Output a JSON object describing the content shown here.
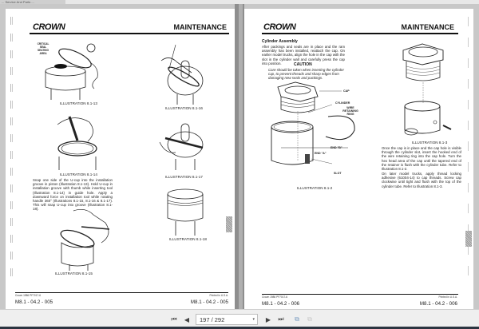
{
  "window": {
    "tab_title": "... Service And Parts ..."
  },
  "left_page": {
    "logo": "CROWN",
    "section": "MAINTENANCE",
    "callout_label": "CRITICAL SEAL SEATING AREA",
    "illustrations": [
      {
        "caption": "ILLUSTRATION 8.1-13"
      },
      {
        "caption": "ILLUSTRATION 8.1-16"
      },
      {
        "caption": "ILLUSTRATION 8.1-14"
      },
      {
        "caption": "ILLUSTRATION 8.1-17"
      },
      {
        "caption": "ILLUSTRATION 8.1-18"
      },
      {
        "caption": "ILLUSTRATION 8.1-15"
      }
    ],
    "body_text": "Snap one side of the U-cup into the installation groove in piston (Illustration 8.1-13). Hold U-cup in installation groove with thumb while inserting tool (Illustration 8.1-14) in guide hole. Apply a downward force on installation tool while rotating handle 360° (Illustrations 8.1-15, 8.1-16 & 8.1-17). This will snap U-cup into groove (Illustration 8.1-18).",
    "footer_left_small": "Crown 1986 PF7017-6",
    "footer_right_small": "Printed in U.S.A.",
    "footer_code_left": "M8.1 - 04.2 - 005",
    "footer_code_right": "M8.1 - 04.2 - 005"
  },
  "right_page": {
    "logo": "CROWN",
    "section": "MAINTENANCE",
    "heading": "Cylinder Assembly",
    "intro_text": "After packings and seals are in place and the ram assembly has been installed, reattach the cap. On earlier model trucks, align the hole in the cap with the slot in the cylinder wall and carefully press the cap into position.",
    "caution_title": "CAUTION",
    "caution_text": "Care should be taken when inserting the cylinder cap, to prevent threads and sharp edges from damaging new seals and packings.",
    "labels": {
      "cap": "CAP",
      "cylinder": "CYLINDER",
      "wire_ring": "WIRE RETAINING RING",
      "end_a": "END \"A\"",
      "end_b": "END \"B\"",
      "slot": "SLOT"
    },
    "illustrations": [
      {
        "caption": "ILLUSTRATION 8.1-2"
      },
      {
        "caption": "ILLUSTRATION 8.1-3"
      }
    ],
    "para1": "Once the cap is in place and the cap hole is visible through the cylinder slot, insert the hooked end of the wire retaining ring into the cap hole. Turn the hex head area of the cap until the tapered end of the retainer is flush with the cylinder tube. Refer to Illustration 8.1-2.",
    "para2": "On later model trucks, apply thread locking adhesive (61004-14) to cap threads. Screw cap clockwise until tight and flush with the top of the cylinder tube. Refer to Illustration 8.1-3.",
    "footer_left_small": "Crown 1986 PF7017-6",
    "footer_right_small": "Printed in U.S.A.",
    "footer_code_left": "M8.1 - 04.2 - 006",
    "footer_code_right": "M8.1 - 04.2 - 006"
  },
  "toolbar": {
    "first_icon": "first-page-icon",
    "prev_icon": "previous-page-icon",
    "page_value": "197 / 292",
    "next_icon": "next-page-icon",
    "last_icon": "last-page-icon",
    "view_icon_1": "single-page-view-icon",
    "view_icon_2": "two-page-view-icon"
  }
}
